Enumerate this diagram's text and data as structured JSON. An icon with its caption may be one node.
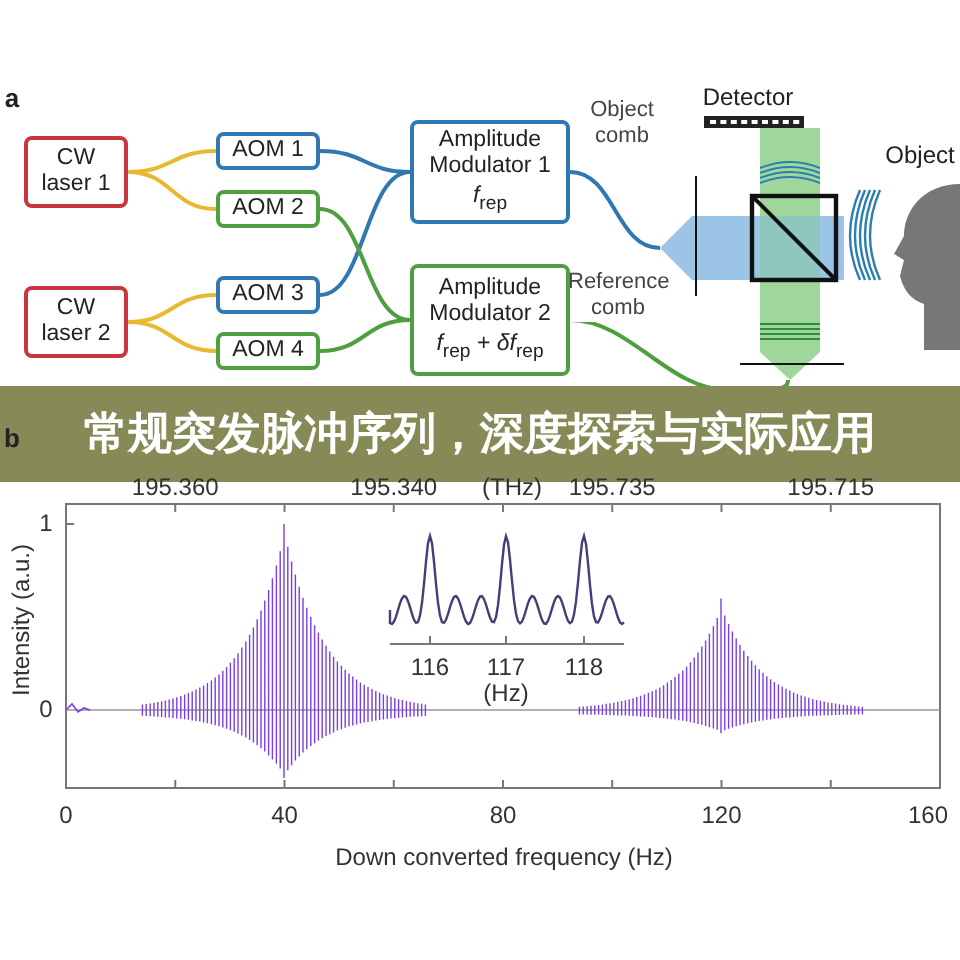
{
  "diagram": {
    "title": "常规突发脉冲序列，深度探索与实际应用",
    "nodes": [
      {
        "text": [
          "CW laser 1"
        ]
      },
      {
        "text": [
          "CW laser 2"
        ]
      },
      {
        "text": [
          "AOM 1"
        ]
      },
      {
        "text": [
          "AOM 2"
        ]
      },
      {
        "text": [
          "AOM 3"
        ]
      },
      {
        "text": [
          "AOM 4"
        ]
      },
      {
        "text": [
          "Amplitude Modulator 1",
          "*f*$_{rep}$"
        ]
      },
      {
        "text": [
          "Amplitude Modulator 2",
          "*f*$_{rep}$ + *δf*$_{rep}$"
        ]
      },
      {
        "text": [],
        "shape": "picture",
        "beside": [
          "Detector"
        ]
      },
      {
        "text": [],
        "shape": "person",
        "beside": [
          "Object"
        ]
      }
    ],
    "edges": [
      {
        "from": 0,
        "to": 2,
        "arrow": "none"
      },
      {
        "from": 0,
        "to": 3,
        "arrow": "none"
      },
      {
        "from": 1,
        "to": 4,
        "arrow": "none"
      },
      {
        "from": 1,
        "to": 5,
        "arrow": "none"
      },
      {
        "from": 2,
        "to": 6,
        "arrow": "none",
        "color": "#2f78b0"
      },
      {
        "from": 4,
        "to": 6,
        "arrow": "none",
        "color": "#2f78b0"
      },
      {
        "from": 3,
        "to": 7,
        "arrow": "none",
        "color": "#4f9e3f"
      },
      {
        "from": 5,
        "to": 7,
        "arrow": "none",
        "color": "#4f9e3f"
      },
      {
        "from": 6,
        "to": 8,
        "arrow": "none",
        "label": "Object comb",
        "color": "#2f78b0"
      },
      {
        "from": 7,
        "to": 8,
        "arrow": "none",
        "label": "Reference comb",
        "color": "#4f9e3f"
      }
    ],
    "labels": [
      "a",
      "b",
      "195.360",
      "195.340",
      "(THz)",
      "195.735",
      "195.715",
      "1",
      "0",
      "Intensity (a.u.)",
      "116",
      "117",
      "118",
      "(Hz)",
      "0",
      "40",
      "80",
      "120",
      "160",
      "Down converted frequency (Hz)"
    ]
  }
}
